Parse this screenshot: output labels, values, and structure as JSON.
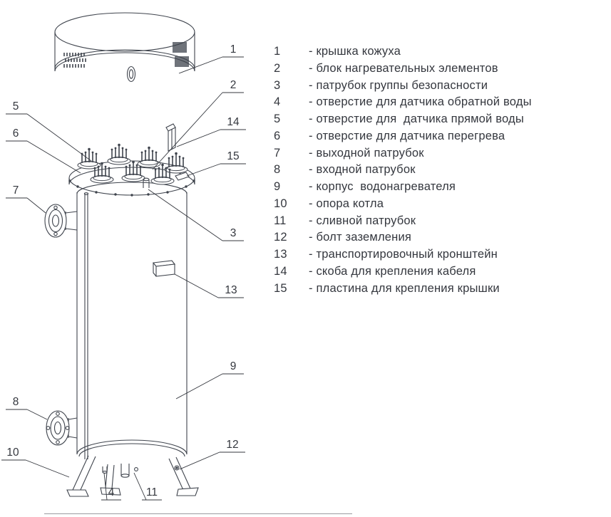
{
  "legend": {
    "items": [
      {
        "no": "1",
        "text": "- крышка кожуха"
      },
      {
        "no": "2",
        "text": "- блок нагревательных элементов"
      },
      {
        "no": "3",
        "text": "- патрубок группы безопасности"
      },
      {
        "no": "4",
        "text": "- отверстие для датчика обратной воды"
      },
      {
        "no": "5",
        "text": "- отверстие для  датчика прямой воды"
      },
      {
        "no": "6",
        "text": "- отверстие для датчика перегрева"
      },
      {
        "no": "7",
        "text": "- выходной патрубок"
      },
      {
        "no": "8",
        "text": "- входной патрубок"
      },
      {
        "no": "9",
        "text": "- корпус  водонагревателя"
      },
      {
        "no": "10",
        "text": "- опора котла"
      },
      {
        "no": "11",
        "text": "- сливной патрубок"
      },
      {
        "no": "12",
        "text": "- болт заземления"
      },
      {
        "no": "13",
        "text": "- транспортировочный кронштейн"
      },
      {
        "no": "14",
        "text": "- скоба для крепления кабеля"
      },
      {
        "no": "15",
        "text": "- пластина для крепления крышки"
      }
    ]
  },
  "callouts": {
    "c1": "1",
    "c2": "2",
    "c3": "3",
    "c4": "4",
    "c5": "5",
    "c6": "6",
    "c7": "7",
    "c8": "8",
    "c9": "9",
    "c10": "10",
    "c11": "11",
    "c12": "12",
    "c13": "13",
    "c14": "14",
    "c15": "15"
  },
  "colors": {
    "line": "#3f444d",
    "text": "#34373e"
  }
}
